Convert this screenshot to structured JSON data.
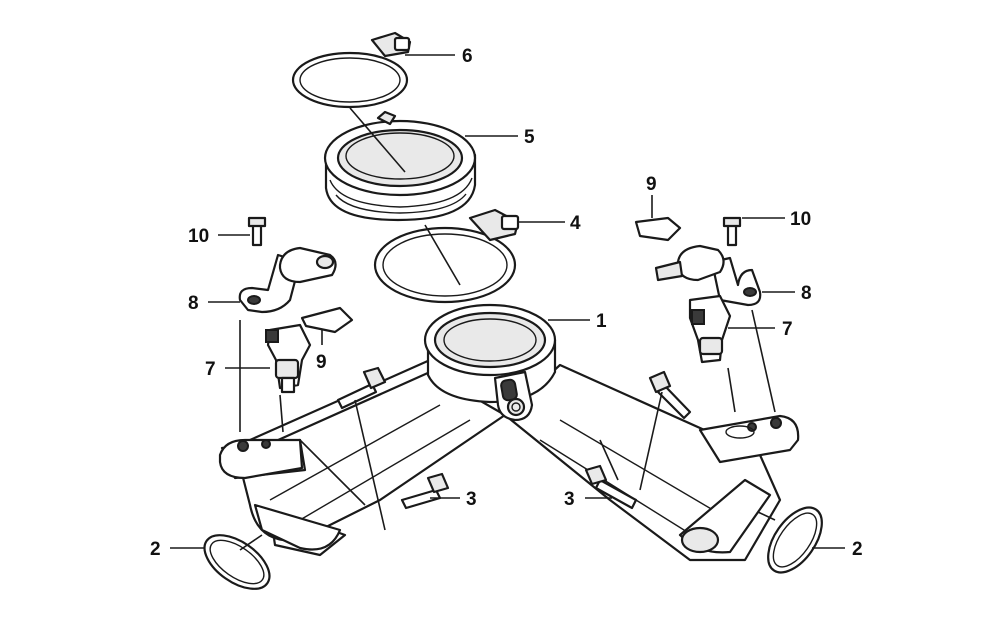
{
  "diagram": {
    "type": "exploded-parts-diagram",
    "callouts": [
      {
        "id": "c1",
        "label": "1"
      },
      {
        "id": "c2l",
        "label": "2"
      },
      {
        "id": "c2r",
        "label": "2"
      },
      {
        "id": "c3l",
        "label": "3"
      },
      {
        "id": "c3r",
        "label": "3"
      },
      {
        "id": "c4",
        "label": "4"
      },
      {
        "id": "c5",
        "label": "5"
      },
      {
        "id": "c6",
        "label": "6"
      },
      {
        "id": "c7l",
        "label": "7"
      },
      {
        "id": "c7r",
        "label": "7"
      },
      {
        "id": "c8l",
        "label": "8"
      },
      {
        "id": "c8r",
        "label": "8"
      },
      {
        "id": "c9l",
        "label": "9"
      },
      {
        "id": "c9r",
        "label": "9"
      },
      {
        "id": "c10l",
        "label": "10"
      },
      {
        "id": "c10r",
        "label": "10"
      }
    ]
  }
}
